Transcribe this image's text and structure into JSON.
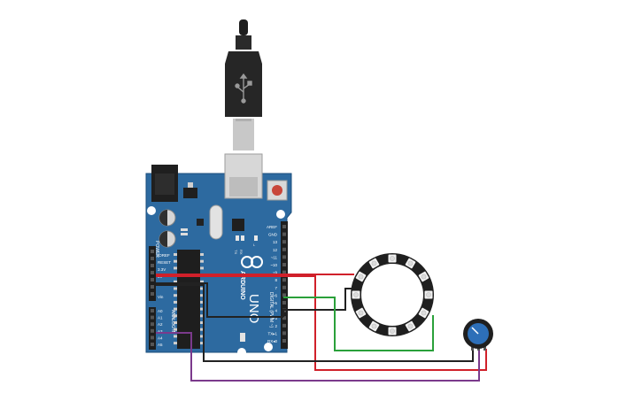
{
  "board": {
    "brand": "ARDUINO",
    "model": "UNO",
    "digital_header_label": "DIGITAL (PWM ~)",
    "power_header_label": "POWER",
    "analog_header_label": "ANALOG IN",
    "ioref": "IOREF",
    "reset": "RESET",
    "v33": "3.3V",
    "v5": "5V",
    "gnd": "GND",
    "vin": "Vin",
    "led_l": "L",
    "led_tx": "TX",
    "led_rx": "RX",
    "digital_pins": [
      "AREF",
      "GND",
      "13",
      "12",
      "~11",
      "~10",
      "~9",
      "8",
      "7",
      "~6",
      "~5",
      "4",
      "~3",
      "2",
      "TX▸1",
      "RX◂0"
    ],
    "analog_pins": [
      "A0",
      "A1",
      "A2",
      "A3",
      "A4",
      "A5"
    ]
  },
  "colors": {
    "board": "#2d6aa0",
    "board_dark": "#1d4f7c",
    "wire_red": "#d0202a",
    "wire_black": "#222222",
    "wire_green": "#2aa03a",
    "wire_purple": "#7b3a8c",
    "ring": "#1f1f1f",
    "pot": "#2d6fb8"
  },
  "icons": {
    "usb": "usb-icon"
  }
}
